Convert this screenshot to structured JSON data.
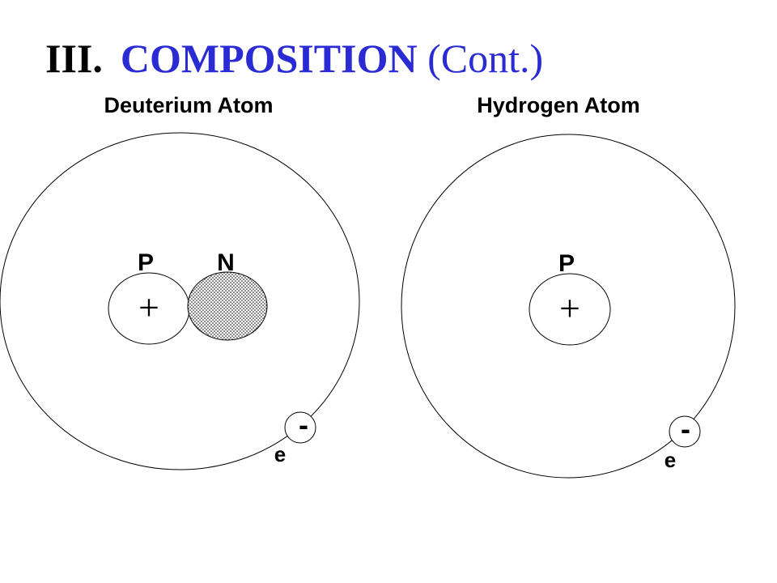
{
  "title": {
    "numeral": "III.",
    "main": "COMPOSITION",
    "cont": "(Cont.)"
  },
  "deuterium": {
    "heading": "Deuterium Atom",
    "proton_label": "P",
    "neutron_label": "N",
    "proton_sign": "+",
    "electron_sign": "-",
    "electron_label": "e"
  },
  "hydrogen": {
    "heading": "Hydrogen Atom",
    "proton_label": "P",
    "proton_sign": "+",
    "electron_sign": "-",
    "electron_label": "e"
  },
  "colors": {
    "title_accent": "#2b2bd4",
    "text": "#000000"
  }
}
